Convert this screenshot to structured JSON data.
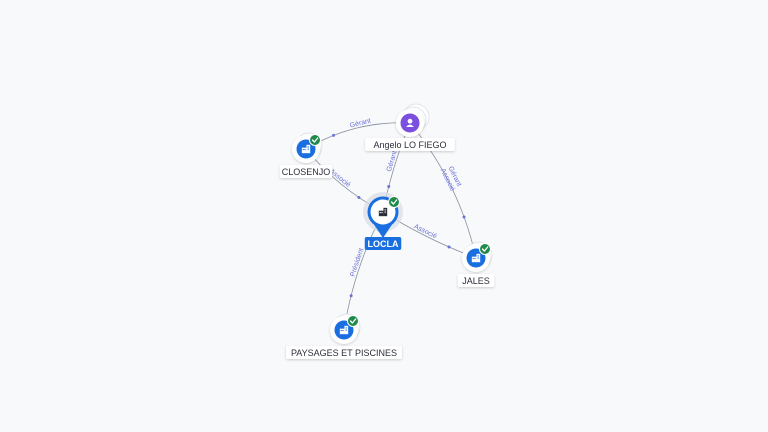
{
  "nodes": [
    {
      "id": "angelo",
      "label": "Angelo LO FIEGO",
      "kind": "person",
      "icon": "person-icon",
      "verified": false
    },
    {
      "id": "closenjo",
      "label": "CLOSENJO",
      "kind": "company",
      "icon": "building-icon",
      "verified": true
    },
    {
      "id": "locla",
      "label": "LOCLA",
      "kind": "company-main",
      "icon": "building-icon",
      "verified": true
    },
    {
      "id": "jales",
      "label": "JALES",
      "kind": "company",
      "icon": "building-icon",
      "verified": true
    },
    {
      "id": "paysages",
      "label": "PAYSAGES ET PISCINES",
      "kind": "company",
      "icon": "building-icon",
      "verified": true
    }
  ],
  "edges": [
    {
      "id": "e1",
      "from": "angelo",
      "to": "closenjo",
      "labels": [
        "Gérant"
      ]
    },
    {
      "id": "e2",
      "from": "angelo",
      "to": "locla",
      "labels": [
        "Gérant"
      ]
    },
    {
      "id": "e3",
      "from": "angelo",
      "to": "jales",
      "labels": [
        "Gérant",
        "Associé"
      ]
    },
    {
      "id": "e4",
      "from": "closenjo",
      "to": "locla",
      "labels": [
        "Associé"
      ]
    },
    {
      "id": "e5",
      "from": "locla",
      "to": "jales",
      "labels": [
        "Associé"
      ]
    },
    {
      "id": "e6",
      "from": "locla",
      "to": "paysages",
      "labels": [
        "Président"
      ]
    }
  ],
  "colors": {
    "company_blue": "#1a6fe0",
    "person_purple": "#7b4fe0",
    "verified_green": "#1f8a4c",
    "edge_gray": "#8a90a0",
    "edge_label": "#6a72d8"
  }
}
